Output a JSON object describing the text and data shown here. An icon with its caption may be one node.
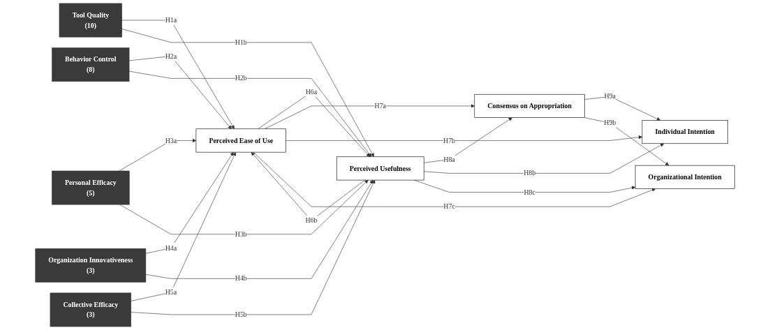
{
  "diagram": {
    "nodes": [
      {
        "text": [
          "Tool Quality",
          "(10)"
        ]
      },
      {
        "text": [
          "Behavior Control",
          "(8)"
        ]
      },
      {
        "text": [
          "Personal Efficacy",
          "(5)"
        ]
      },
      {
        "text": [
          "Organization Innovativeness",
          "(3)"
        ]
      },
      {
        "text": [
          "Collective Efficacy",
          "(3)"
        ]
      },
      {
        "text": [
          "Perceived Ease of Use"
        ]
      },
      {
        "text": [
          "Perceived Usefulness"
        ]
      },
      {
        "text": [
          "Consensus on Appropriation"
        ]
      },
      {
        "text": [
          "Individual Intention"
        ]
      },
      {
        "text": [
          "Organizational Intention"
        ]
      }
    ],
    "edges": [
      {
        "from": 0,
        "to": 5,
        "arrow": "to",
        "label": "H1a"
      },
      {
        "from": 0,
        "to": 6,
        "arrow": "to",
        "label": "H1b"
      },
      {
        "from": 1,
        "to": 5,
        "arrow": "to",
        "label": "H2a"
      },
      {
        "from": 1,
        "to": 6,
        "arrow": "to",
        "label": "H2b"
      },
      {
        "from": 2,
        "to": 5,
        "arrow": "to",
        "label": "H3a"
      },
      {
        "from": 2,
        "to": 6,
        "arrow": "to",
        "label": "H3b"
      },
      {
        "from": 3,
        "to": 5,
        "arrow": "to",
        "label": "H4a"
      },
      {
        "from": 3,
        "to": 6,
        "arrow": "to",
        "label": "H4b"
      },
      {
        "from": 4,
        "to": 5,
        "arrow": "to",
        "label": "H5a"
      },
      {
        "from": 4,
        "to": 6,
        "arrow": "to",
        "label": "H5b"
      },
      {
        "from": 5,
        "to": 6,
        "arrow": "to",
        "label": "H6a"
      },
      {
        "from": 6,
        "to": 5,
        "arrow": "to",
        "label": "H6b"
      },
      {
        "from": 5,
        "to": 7,
        "arrow": "to",
        "label": "H7a"
      },
      {
        "from": 5,
        "to": 8,
        "arrow": "to",
        "label": "H7b"
      },
      {
        "from": 5,
        "to": 9,
        "arrow": "to",
        "label": "H7c"
      },
      {
        "from": 6,
        "to": 7,
        "arrow": "to",
        "label": "H8a"
      },
      {
        "from": 6,
        "to": 8,
        "arrow": "to",
        "label": "H8b"
      },
      {
        "from": 6,
        "to": 9,
        "arrow": "to",
        "label": "H8c"
      },
      {
        "from": 7,
        "to": 8,
        "arrow": "to",
        "label": "H9a"
      },
      {
        "from": 7,
        "to": 9,
        "arrow": "to",
        "label": "H9b"
      }
    ]
  }
}
